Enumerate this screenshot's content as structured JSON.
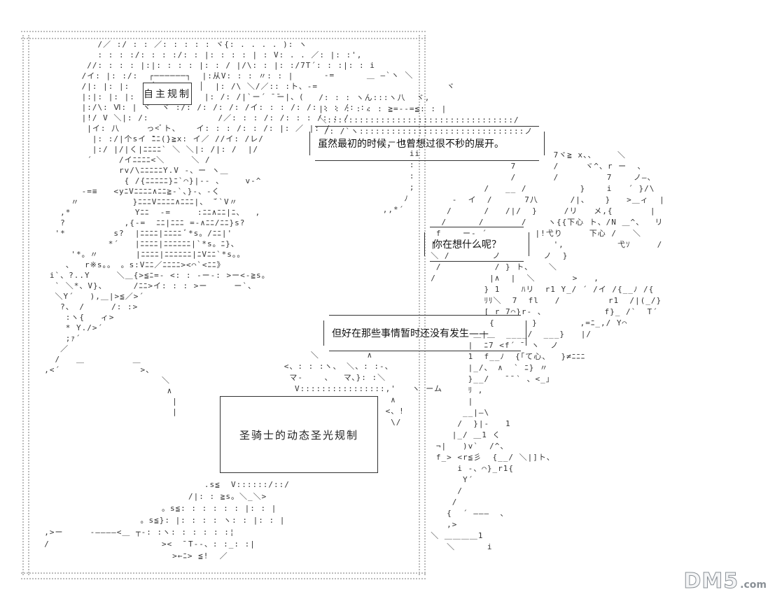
{
  "labels": {
    "self_rule": "自主规制",
    "paladin_rule": "圣骑士的动态圣光规制"
  },
  "speech": {
    "bubble1": "虽然最初的时候，也曾想过很不秒的展开。",
    "bubble2": "你在想什么呢？",
    "bubble3": "但好在那些事情暂时还没有发生——"
  },
  "watermark": {
    "main": "DM5",
    "suffix": ".com"
  },
  "ascii_art": {
    "left_figure": "            /／ :/ : : ／: : : : : ヾ{: . . . . ): ヽ\n            : : : :/: : : :/: : |: : : : | : V: . . ／: |: :',\n          //: : : : |:|: : : : |: : / |/\\: : |: :/7T´: : :|: : i\n         /イ: |: :/:  ┌──────┐  |:从V: : : 〃: : |\n         /|: |: |:    │        │  |: /\\ ＼/／:: :ト、-=\n         |:|: |: |:   └──────┘  |: /: /|`ー´ ̄ ̄ー|、(\n         |:/\\: Ⅵ: | ヾ  ヾ :/: /: /: /: /イ: : : /: /: : : /: :,\n         |!/ V ＼|: /:             /／: : : /: /: : : /: : /\n          |イ: 八     っ<ﾞト、   イ: : : /: : /: |: ／ |: /\n           |: :/|个sイ ̄ﾆﾆ(}≧x: イ／ //イ: /レ/\n           |:/ |/|く|ﾆﾆﾆﾆ` ＼ ＼|: /|: /  |/\n          ´     /イﾆﾆﾆﾆ<＼     ＼ /\n                rv/\\ﾆﾆﾆﾆﾆY.V ‐、ー ヽ＿\n                 { /{ﾆﾆﾆﾆﾆ}ﾆ`⌒}|‐‐ 、    v-^\n         -=≡   <yﾆVﾆﾆﾆﾆ∧ﾆﾆ≧-`、}-、‐く\n       〃          }ﾆﾆﾆVﾆﾆﾆﾆ∧ﾆﾆﾆ|、 ̄´`V〃\n     ,*            Yﾆﾆ  -=     :ﾆﾆ∧ﾆﾆ|ﾆ、  ,\n     ?           ,{-=  ﾆﾆ|ﾆﾆﾆ =-∧ﾆﾆ/ﾆﾆ}s?\n    '*         s?  |ﾆﾆﾆﾆ|ﾆﾆﾆﾆ ﾞ*s。/ﾆﾆ|'\n              *´   |ﾆﾆﾆﾆ|ﾆﾆﾆﾆﾆﾆ|`*s。ﾆ}、\n       '*。〃       |ﾆﾆﾆﾆ|ﾆﾆﾆﾆﾆﾆ|ﾆVﾆﾆ`*s。。\n      、  r※s。。 。s:Vﾆﾆ／ﾆﾆﾆﾆ><⌒`<ﾆﾆ》\n   i`、?..Y     ＼＿{>≦ﾆ=- <: : ‐ー‐: >ー<‐≧s。\n    ` ＼*、V}、     /ﾆﾆ>イ: : : >ー     ー`、\n    ＼Y´   ),＿|>≦／>´\n     ?、 /     /: :>\n      :ヽ{   ィ>\n      * Y./>´\n      ;ｧ´\n     ／\n    /   ＿         ＿\n  ,<´               >、\n                        ＼\n                         ∧\n                          |\n                          |",
    "left_bottom": "                                .s≦  V::::::/::/\n                             /|: : ≧s。＼_＼>\n                        。s≦: : : : : : |: : |\n                    。s≦}: |: : : : ヽ: : |: : |\n  ,>ー     ‐――――<＿ ┬‐: :ヽ: : : : : :¦\n  /                     ><  ̄ ̄T‐‐、: :_: :|\n                          >←ﾆ> ≦!  ／",
    "middle_art": "   -=      ＿ ―`ヽ ＼\n                          ヾ\n  /: : : ヽん:::ヽ八  ヾ,\n  |: : : : : : ≧=--=≦: : |\n  ＼:::::::::::::::::::::::::::::::::::/\n   /: /`ヽ:::::::::::::::::::::::::::::::ノ\n   ´        `  ー tﾉ\n                   ii\n                   :\n                   :\n                   ;\n                  ﾉ\n              ,,*´",
    "middle_lower": "           ＼         ∧\n      <、: : :ヽ、 ＼、: :‐、\n       マ‐    、  マ、}: :＼\n        V::::::::::::::::,'   ヽ ーム\n                          ∧\n                         <、!\n                          \\/",
    "right_figure": "                         7ヾ≧ x、、    ＼\n                 7       /     ヾ^、r ー  、\n                 /       /         7    ノ―、\n            /   __ /          }    i   ´ }/\\\n      -  イ  /      7八      /|、   }   >＿ィ  |\n     /      /   /|/  }     /リ   メ,{       |\n    /      /       /    ヽ{{下心 ト、/N ＿^、  リ\n   f    ー‐ ´         |!弋り     下心 /   ＼\n  |                      ',          弋ｿ     /\n  ＼ /        ノ        ノ  }\n   /          / } ト、   ＼\n  /          |∧  |  ＼       >   ,\n            } 1    ﾊリ  r1 Y_/ ´ /イ /{__ﾉ /{\n            ﾘﾘ＼  7  fl   /         r1  /|(_/}\n            [ r 7⌒}r‐ 、           f}_ /`  T´ \n             {       }        ,=ﾆ_,/ Y⌒\n          ＿|＿  ____/  ___}   |/\n         |  ﾆ7 <f´ ̄  ヽ  ノ\n         1  f__ﾉ  {｢て心、  }≠ﾆﾆﾆ\n         |_/、 ∧  ` ﾆ} 〃\n         }__/   ̄ ̄ ` 、<_」\n         ﾘ ,\n         |   \n        __|―\\\n       /  }|-   1\n      |_/ ＿1 く\n   ¬|   )v`  /^、\n   f_> <r≦彡  {__/ ＼|]ト、\n       i ‐、⌒}_r1{\n        Y´\n       /\n      /\n     {  ´ ―――  、\n     ,>\n  ＼ ＿＿＿＿1\n     ＼      i"
  }
}
